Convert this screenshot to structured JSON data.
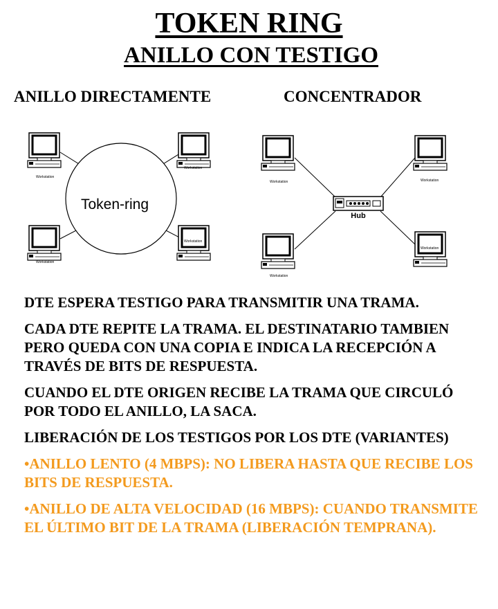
{
  "title": "TOKEN RING",
  "subtitle": "ANILLO CON TESTIGO",
  "left_diagram": {
    "label": "ANILLO DIRECTAMENTE",
    "ring_label": "Token-ring",
    "workstation_label": "Workstation"
  },
  "right_diagram": {
    "label": "CONCENTRADOR",
    "hub_label": "Hub",
    "workstation_label": "Workstation"
  },
  "paragraphs": [
    "DTE ESPERA TESTIGO PARA TRANSMITIR UNA TRAMA.",
    "CADA DTE REPITE LA TRAMA. EL DESTINATARIO TAMBIEN PERO QUEDA CON UNA COPIA E INDICA LA RECEPCIÓN A TRAVÉS DE BITS DE RESPUESTA.",
    "CUANDO EL DTE ORIGEN RECIBE LA TRAMA QUE CIRCULÓ POR TODO EL ANILLO, LA SACA.",
    "LIBERACIÓN DE LOS TESTIGOS POR LOS DTE (VARIANTES)"
  ],
  "bullets": [
    "•ANILLO LENTO (4 MBPS): NO LIBERA HASTA QUE RECIBE LOS BITS DE RESPUESTA.",
    "•ANILLO DE ALTA VELOCIDAD (16 MBPS): CUANDO TRANSMITE EL ÚLTIMO BIT DE LA TRAMA (LIBERACIÓN TEMPRANA)."
  ],
  "colors": {
    "text": "#000000",
    "accent": "#f39a1e"
  },
  "icons": {
    "workstation": "computer-workstation-icon",
    "hub": "network-hub-icon"
  }
}
